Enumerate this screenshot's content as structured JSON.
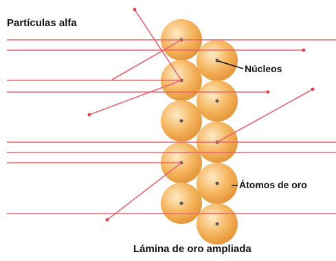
{
  "labels": {
    "particles": "Partículas alfa",
    "nuclei": "Núcleos",
    "gold_atoms": "Átomos de oro",
    "foil": "Lámina de oro  ampliada"
  },
  "colors": {
    "particle_ray": "#e8646e",
    "ray_end": "#d84550",
    "atom_light": "#fde8bf",
    "atom_mid": "#f6b35e",
    "atom_dark": "#e0903a",
    "nucleus": "#555555",
    "text": "#111111"
  }
}
